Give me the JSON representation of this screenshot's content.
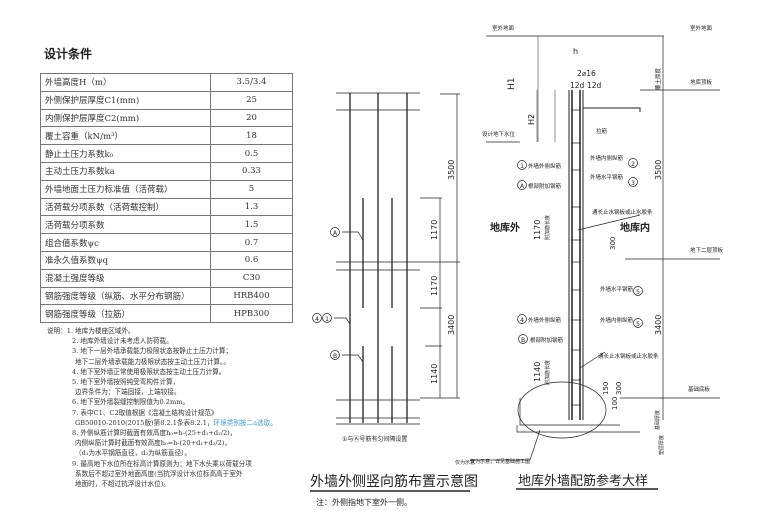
{
  "design": {
    "title": "设计条件",
    "rows": [
      {
        "k": "外墙高度H（m）",
        "v": "3.5/3.4"
      },
      {
        "k": "外侧保护层厚度C1(mm)",
        "v": "25"
      },
      {
        "k": "内侧保护层厚度C2(mm)",
        "v": "20"
      },
      {
        "k": "覆土容重（kN/m³）",
        "v": "18"
      },
      {
        "k": "静止土压力系数k₀",
        "v": "0.5"
      },
      {
        "k": "主动土压力系数ka",
        "v": "0.33"
      },
      {
        "k": "外墙地面土压力标准值（活荷载）",
        "v": "5"
      },
      {
        "k": "活荷载分项系数（活荷载控制）",
        "v": "1.3"
      },
      {
        "k": "活荷载分项系数",
        "v": "1.5"
      },
      {
        "k": "组合值系数ψc",
        "v": "0.7"
      },
      {
        "k": "准永久值系数ψq",
        "v": "0.6"
      },
      {
        "k": "混凝土强度等级",
        "v": "C30"
      },
      {
        "k": "钢筋强度等级（纵筋、水平分布钢筋）",
        "v": "HRB400"
      },
      {
        "k": "钢筋强度等级（拉筋）",
        "v": "HPB300"
      }
    ],
    "notes": {
      "prefix": "说明：",
      "n1": "1. 地库为楼座区域外。",
      "n2": "2. 地库外墙设计未考虑人防荷载。",
      "n3a": "3. 地下一层外墙承载能力极限状态按静止土压力计算；",
      "n3b": "地下二层外墙承载能力极限状态按主动土压力计算。。",
      "n4": "4. 地下室外墙正常使用极限状态按主动土压力计算。",
      "n5a": "5. 地下室外墙按照纯受弯构件计算，",
      "n5b": "边界条件为：下端固接，上端铰接。",
      "n6": "6. 地下室外墙裂缝控制限值为0.2mm。",
      "n7a": "7. 表中C1、C2取值根据《混凝土结构设计规范》",
      "n7b": "GB50010-2010(2015版)第8.2.1条表8.2.1，",
      "n7c": "环境类别按二a选取。",
      "n8a": "8. 外侧纵筋计算时截面有效高度h₀=h-(25+d₁+d₂/2)，",
      "n8b": "内侧纵筋计算时截面有效高度h₀=h-(20+d₁+d₂/2)，",
      "n8c": "（d₁为水平钢筋直径，d₂为纵筋直径）。",
      "n9a": "9. 最高地下水位所在标高计算原则为：地下水头乘以荷载分项",
      "n9b": "系数后不超过室外地面高度(当抗浮设计水位标高高于室外",
      "n9c": "地面时，不超过抗浮设计水位)。"
    }
  },
  "vertical": {
    "title": "外墙外侧竖向筋布置示意图",
    "note": "注：外侧指地下室外一侧。",
    "caption": "①与Ⓐ号筋有匀间隔设置",
    "sketch": "仅为示意",
    "tagA": "A",
    "tagB": "B",
    "tag4": "4",
    "tag1": "1",
    "dims": {
      "d1": "3500",
      "d2": "3400",
      "d3": "1170",
      "d4": "1170",
      "d5": "1140"
    }
  },
  "detail": {
    "title": "地库外墙配筋参考大样",
    "ground": "室外地面",
    "cover": "覆土厚度",
    "roof": "地库顶板",
    "water": "设计地下水位",
    "b2roof": "地下二层顶板",
    "base": "基础底板",
    "basethk": "基础厚度",
    "padthk": "垫层厚度",
    "outside": "地库外",
    "inside": "地库内",
    "tie": "拉筋",
    "r1": "外墙外侧纵筋",
    "r2": "外墙内侧纵筋",
    "r3": "外墙水平钢筋",
    "rA": "根部附加钢筋",
    "rB": "根部附加钢筋",
    "r4": "外墙外侧纵筋",
    "r5a": "外墙水平钢筋",
    "r5b": "外墙内侧纵筋",
    "stop1": "通长止水钢板或止水胶条",
    "stop2": "通长止水钢板或止水胶条",
    "addlen": "附加筋长度",
    "footnote": "仅为示意，详见基础施工图",
    "h": "h",
    "h1": "H1",
    "h2": "H2",
    "bar": "2⌀16",
    "d12a": "12d",
    "d12b": "12d",
    "dim3500": "3500",
    "dim3400": "3400",
    "dim1170": "1170",
    "dim1140": "1140",
    "dim300a": "300",
    "dim300b": "300",
    "dim150": "150",
    "dim100": "100",
    "n1": "1",
    "n2": "2",
    "n3": "3",
    "nA": "A",
    "nB": "B",
    "n4": "4",
    "n5a": "5",
    "n5b": "5"
  }
}
